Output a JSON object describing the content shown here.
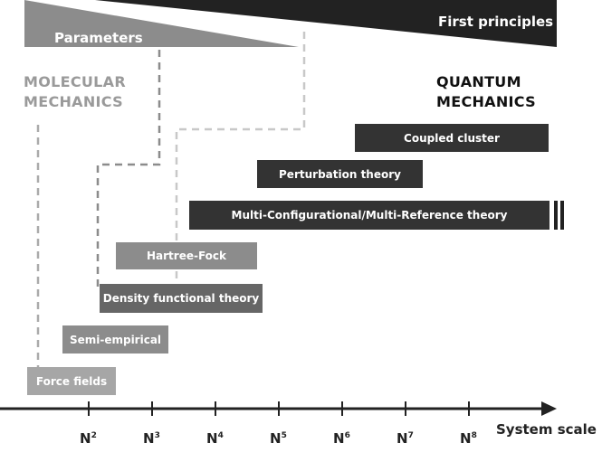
{
  "top": {
    "parameters_label": "Parameters",
    "first_principles_label": "First principles"
  },
  "regions": {
    "molecular_mechanics": [
      "MOLECULAR",
      "MECHANICS"
    ],
    "quantum_mechanics": [
      "QUANTUM",
      "MECHANICS"
    ]
  },
  "methods": [
    {
      "label": "Coupled cluster",
      "color": "#333333"
    },
    {
      "label": "Perturbation theory",
      "color": "#333333"
    },
    {
      "label": "Multi-Configurational/Multi-Reference theory",
      "color": "#333333"
    },
    {
      "label": "Hartree-Fock",
      "color": "#8c8c8c"
    },
    {
      "label": "Density functional theory",
      "color": "#666666"
    },
    {
      "label": "Semi-empirical",
      "color": "#8c8c8c"
    },
    {
      "label": "Force fields",
      "color": "#a6a6a6"
    }
  ],
  "axis": {
    "title": "System scale",
    "ticks": [
      {
        "base": "N",
        "exp": "2"
      },
      {
        "base": "N",
        "exp": "3"
      },
      {
        "base": "N",
        "exp": "4"
      },
      {
        "base": "N",
        "exp": "5"
      },
      {
        "base": "N",
        "exp": "6"
      },
      {
        "base": "N",
        "exp": "7"
      },
      {
        "base": "N",
        "exp": "8"
      }
    ]
  },
  "colors": {
    "dark": "#333333",
    "mid": "#8c8c8c",
    "light": "#a6a6a6",
    "mm_text": "#9a9a9a",
    "qm_text": "#111111"
  }
}
